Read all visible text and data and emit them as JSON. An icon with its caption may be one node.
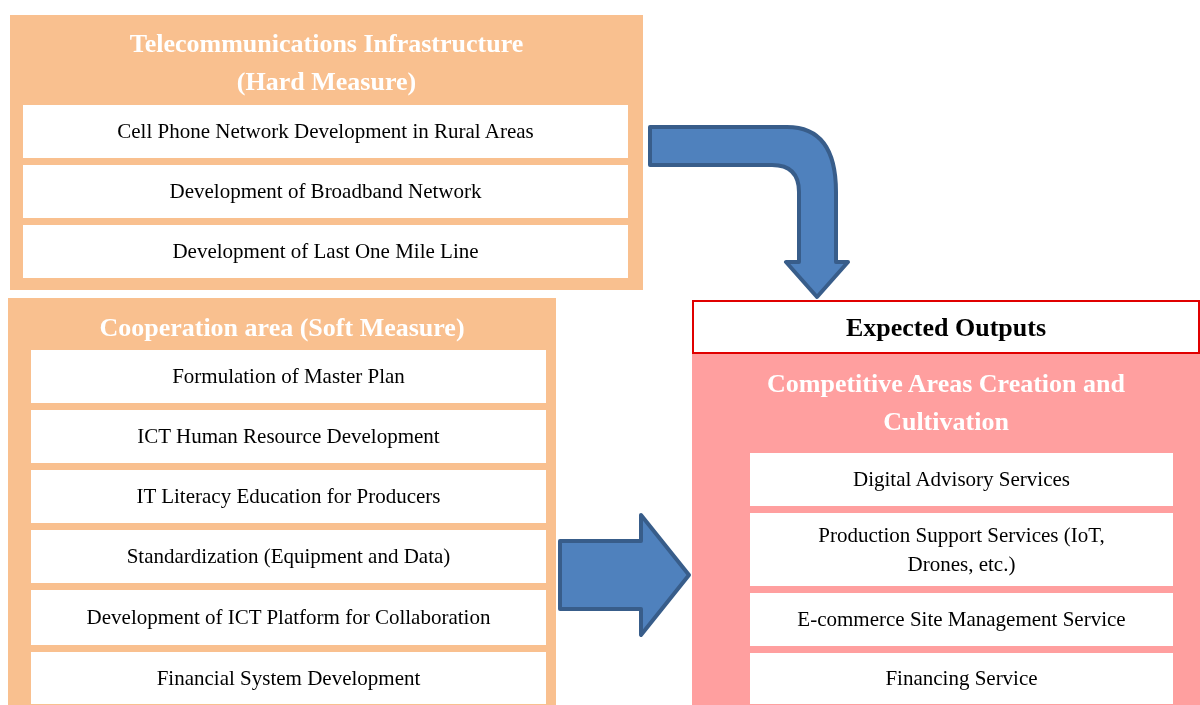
{
  "diagram": {
    "nodes": [
      {
        "text": [
          "Telecommunications Infrastructure (Hard Measure)"
        ]
      },
      {
        "text": [
          "Cell Phone Network Development in Rural Areas"
        ],
        "in": 0
      },
      {
        "text": [
          "Development of Broadband Network"
        ],
        "in": 0
      },
      {
        "text": [
          "Development of Last One Mile Line"
        ],
        "in": 0
      },
      {
        "text": [
          "Cooperation area (Soft Measure)"
        ]
      },
      {
        "text": [
          "Formulation of Master Plan"
        ],
        "in": 4
      },
      {
        "text": [
          "ICT Human Resource Development"
        ],
        "in": 4
      },
      {
        "text": [
          "IT Literacy Education for Producers"
        ],
        "in": 4
      },
      {
        "text": [
          "Standardization (Equipment and Data)"
        ],
        "in": 4
      },
      {
        "text": [
          "Development of ICT Platform for Collaboration"
        ],
        "in": 4
      },
      {
        "text": [
          "Financial System Development"
        ],
        "in": 4
      },
      {
        "text": [
          "Expected Outputs"
        ]
      },
      {
        "text": [
          "Competitive Areas Creation and Cultivation"
        ]
      },
      {
        "text": [
          "Digital Advisory Services"
        ],
        "in": 12
      },
      {
        "text": [
          "Production Support Services (IoT, Drones, etc.)"
        ],
        "in": 12
      },
      {
        "text": [
          "E-commerce Site Management Service"
        ],
        "in": 12
      },
      {
        "text": [
          "Financing Service"
        ],
        "in": 12
      }
    ],
    "edges": [
      {
        "from": 0,
        "to": 11,
        "arrow": "to",
        "style": "thick"
      },
      {
        "from": 4,
        "to": 12,
        "arrow": "to",
        "style": "thick"
      }
    ]
  }
}
